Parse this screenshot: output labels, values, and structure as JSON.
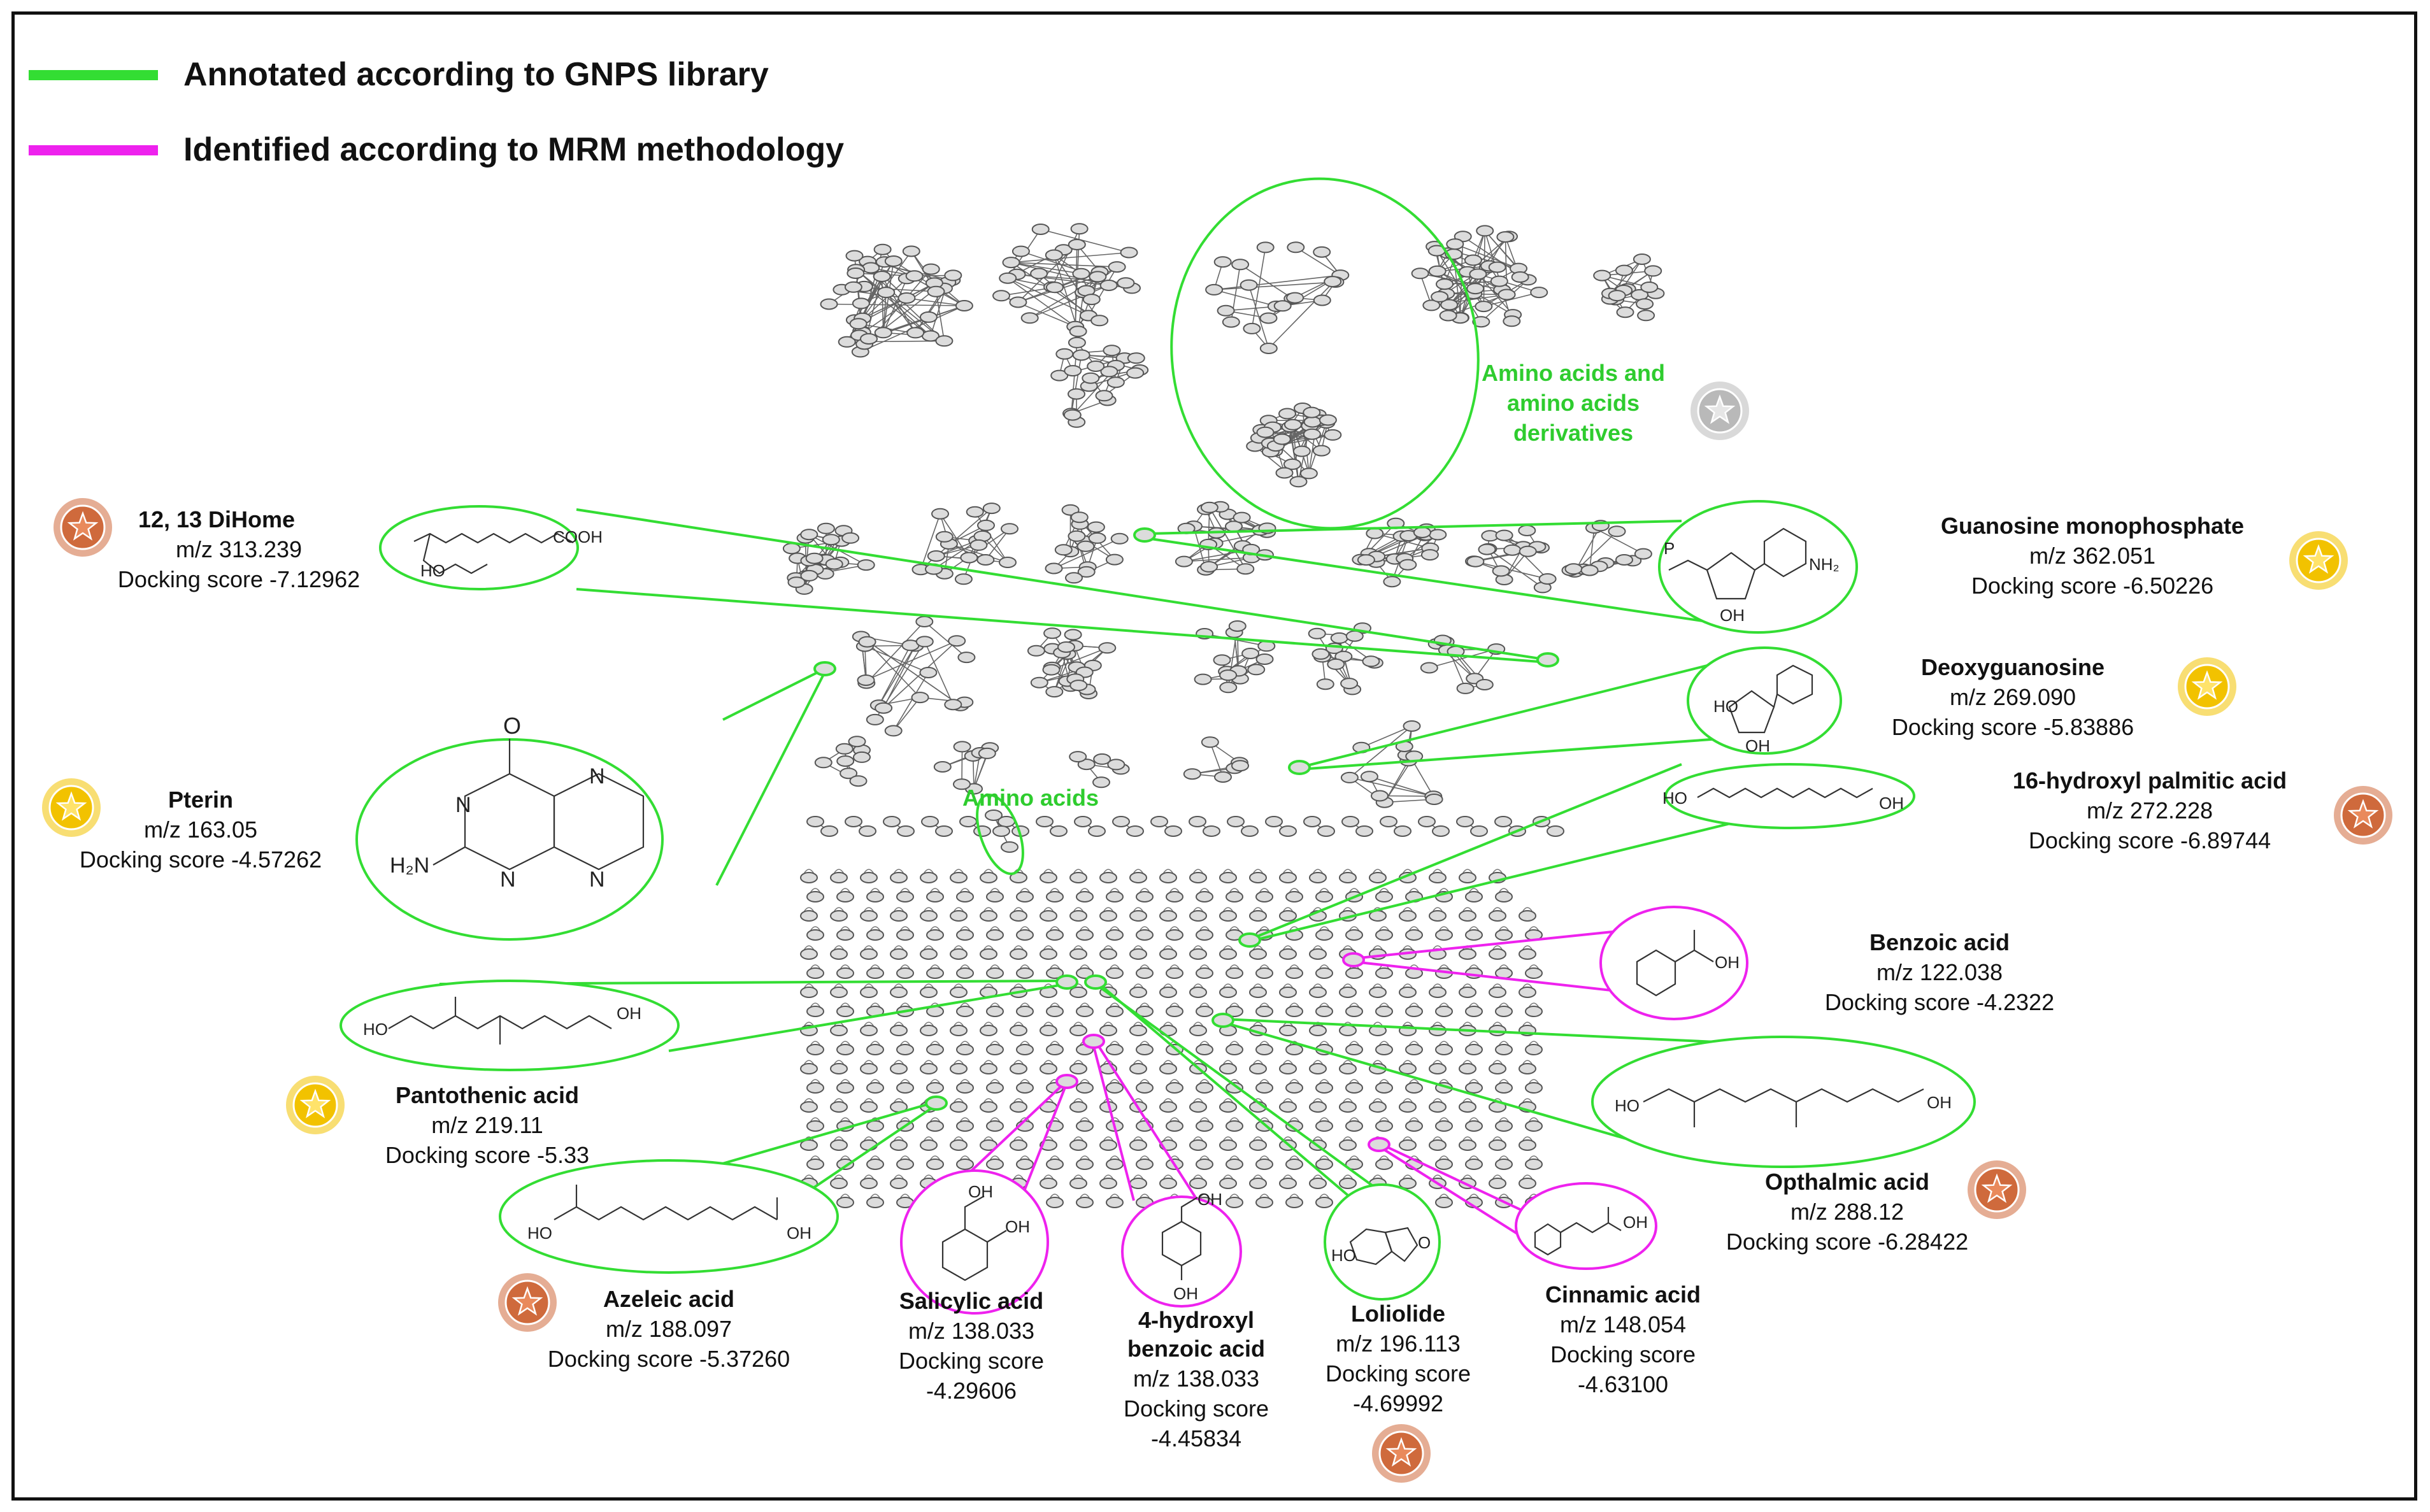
{
  "colors": {
    "gnps": "#33dd33",
    "mrm": "#ee22ee",
    "node_fill": "#dcdcdc",
    "node_stroke": "#555555",
    "badge_gold": "#f2c200",
    "badge_bronze": "#cf6a3c",
    "badge_silver": "#b9b9b9"
  },
  "legend": [
    {
      "label": "Annotated according to GNPS library",
      "color": "#33dd33"
    },
    {
      "label": "Identified according to MRM methodology",
      "color": "#ee22ee"
    }
  ],
  "groups": [
    {
      "lines": [
        "Amino acids and",
        "amino acids",
        "derivatives"
      ],
      "badge": "silver"
    },
    {
      "lines": [
        "Amino acids"
      ]
    }
  ],
  "compounds": [
    {
      "id": "dihome",
      "name": "12, 13 DiHome",
      "mz": "m/z 313.239",
      "docking": "Docking score -7.12962",
      "method": "gnps",
      "badge": "bronze"
    },
    {
      "id": "gmp",
      "name": "Guanosine monophosphate",
      "mz": "m/z 362.051",
      "docking": "Docking score -6.50226",
      "method": "gnps",
      "badge": "gold"
    },
    {
      "id": "deoxyguanosine",
      "name": "Deoxyguanosine",
      "mz": "m/z 269.090",
      "docking": "Docking score -5.83886",
      "method": "gnps",
      "badge": "gold"
    },
    {
      "id": "pterin",
      "name": "Pterin",
      "mz": "m/z 163.05",
      "docking": "Docking score -4.57262",
      "method": "gnps",
      "badge": "gold"
    },
    {
      "id": "hpa",
      "name": "16-hydroxyl palmitic acid",
      "mz": "m/z 272.228",
      "docking": "Docking score -6.89744",
      "method": "gnps",
      "badge": "bronze"
    },
    {
      "id": "benzoic",
      "name": "Benzoic acid",
      "mz": "m/z 122.038",
      "docking": "Docking score -4.2322",
      "method": "mrm"
    },
    {
      "id": "pantothenic",
      "name": "Pantothenic acid",
      "mz": "m/z 219.11",
      "docking": "Docking score -5.33",
      "method": "gnps",
      "badge": "gold"
    },
    {
      "id": "opthalmic",
      "name": "Opthalmic acid",
      "mz": "m/z 288.12",
      "docking": "Docking score -6.28422",
      "method": "gnps",
      "badge": "bronze"
    },
    {
      "id": "azeleic",
      "name": "Azeleic acid",
      "mz": "m/z 188.097",
      "docking": "Docking score -5.37260",
      "method": "gnps",
      "badge": "bronze"
    },
    {
      "id": "salicylic",
      "name": "Salicylic acid",
      "mz": "m/z 138.033",
      "docking": "Docking score",
      "docking2": "-4.29606",
      "method": "mrm"
    },
    {
      "id": "hba",
      "name": "4-hydroxyl",
      "name2": "benzoic acid",
      "mz": "m/z 138.033",
      "docking": "Docking score",
      "docking2": "-4.45834",
      "method": "mrm"
    },
    {
      "id": "loliolide",
      "name": "Loliolide",
      "mz": "m/z 196.113",
      "docking": "Docking score",
      "docking2": "-4.69992",
      "method": "gnps",
      "badge": "bronze"
    },
    {
      "id": "cinnamic",
      "name": "Cinnamic acid",
      "mz": "m/z 148.054",
      "docking": "Docking score",
      "docking2": "-4.63100",
      "method": "mrm"
    }
  ],
  "structure_text": {
    "cooh": "COOH",
    "oh": "OH",
    "ho": "HO",
    "h2n": "H₂N",
    "n": "N",
    "o": "O",
    "nh2": "NH₂",
    "p": "P"
  }
}
